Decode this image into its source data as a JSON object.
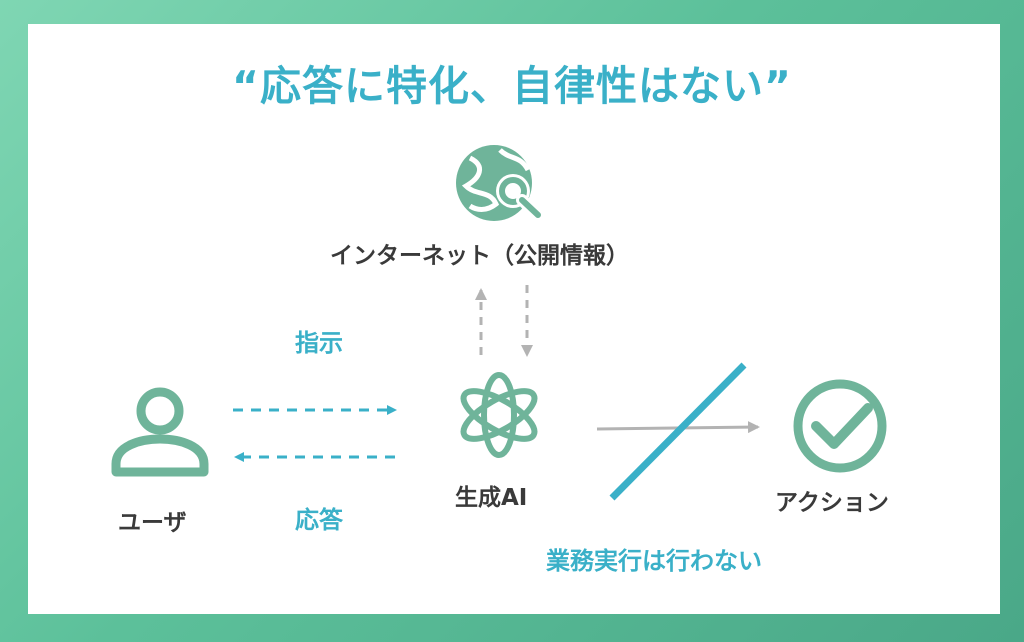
{
  "title": "“応答に特化、自律性はない”",
  "nodes": {
    "internet": "インターネット（公開情報）",
    "user": "ユーザ",
    "ai": "生成AI",
    "action": "アクション"
  },
  "edges": {
    "instruction": "指示",
    "response": "応答",
    "no_execution": "業務実行は行わない"
  },
  "colors": {
    "accent_blue": "#3ab0c8",
    "icon_green": "#6fb49a",
    "arrow_gray": "#b3b3b3"
  }
}
